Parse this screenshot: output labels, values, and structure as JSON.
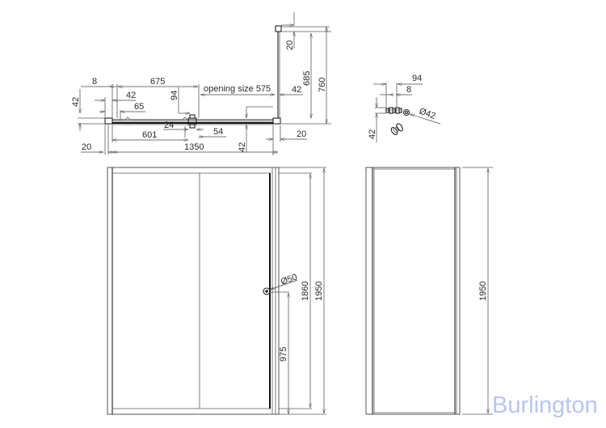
{
  "drawing": {
    "type": "technical-drawing",
    "subject": "Sliding shower door with side panel",
    "plan_view": {
      "dimensions": {
        "d_8": "8",
        "d_675": "675",
        "opening": "opening size 575",
        "d_42_left_v": "42",
        "d_42_left_h": "42",
        "d_65": "65",
        "d_94": "94",
        "d_24": "24",
        "d_601": "601",
        "d_54": "54",
        "d_20_left": "20",
        "d_1350": "1350",
        "d_42_bottom": "42",
        "d_20_right": "20",
        "d_42_right": "42",
        "d_20_top": "20",
        "d_685": "685",
        "d_760": "760"
      }
    },
    "handle_detail": {
      "dimensions": {
        "d_94": "94",
        "d_8": "8",
        "d_42": "42",
        "d_dia42": "Ø42"
      }
    },
    "front_elevation": {
      "dimensions": {
        "d_dia50": "Ø50",
        "d_1860": "1860",
        "d_1950": "1950",
        "d_975": "975"
      }
    },
    "side_elevation": {
      "dimensions": {
        "d_1950": "1950"
      }
    }
  },
  "brand": {
    "name": "Burlington",
    "color": "#b9c6ec"
  }
}
